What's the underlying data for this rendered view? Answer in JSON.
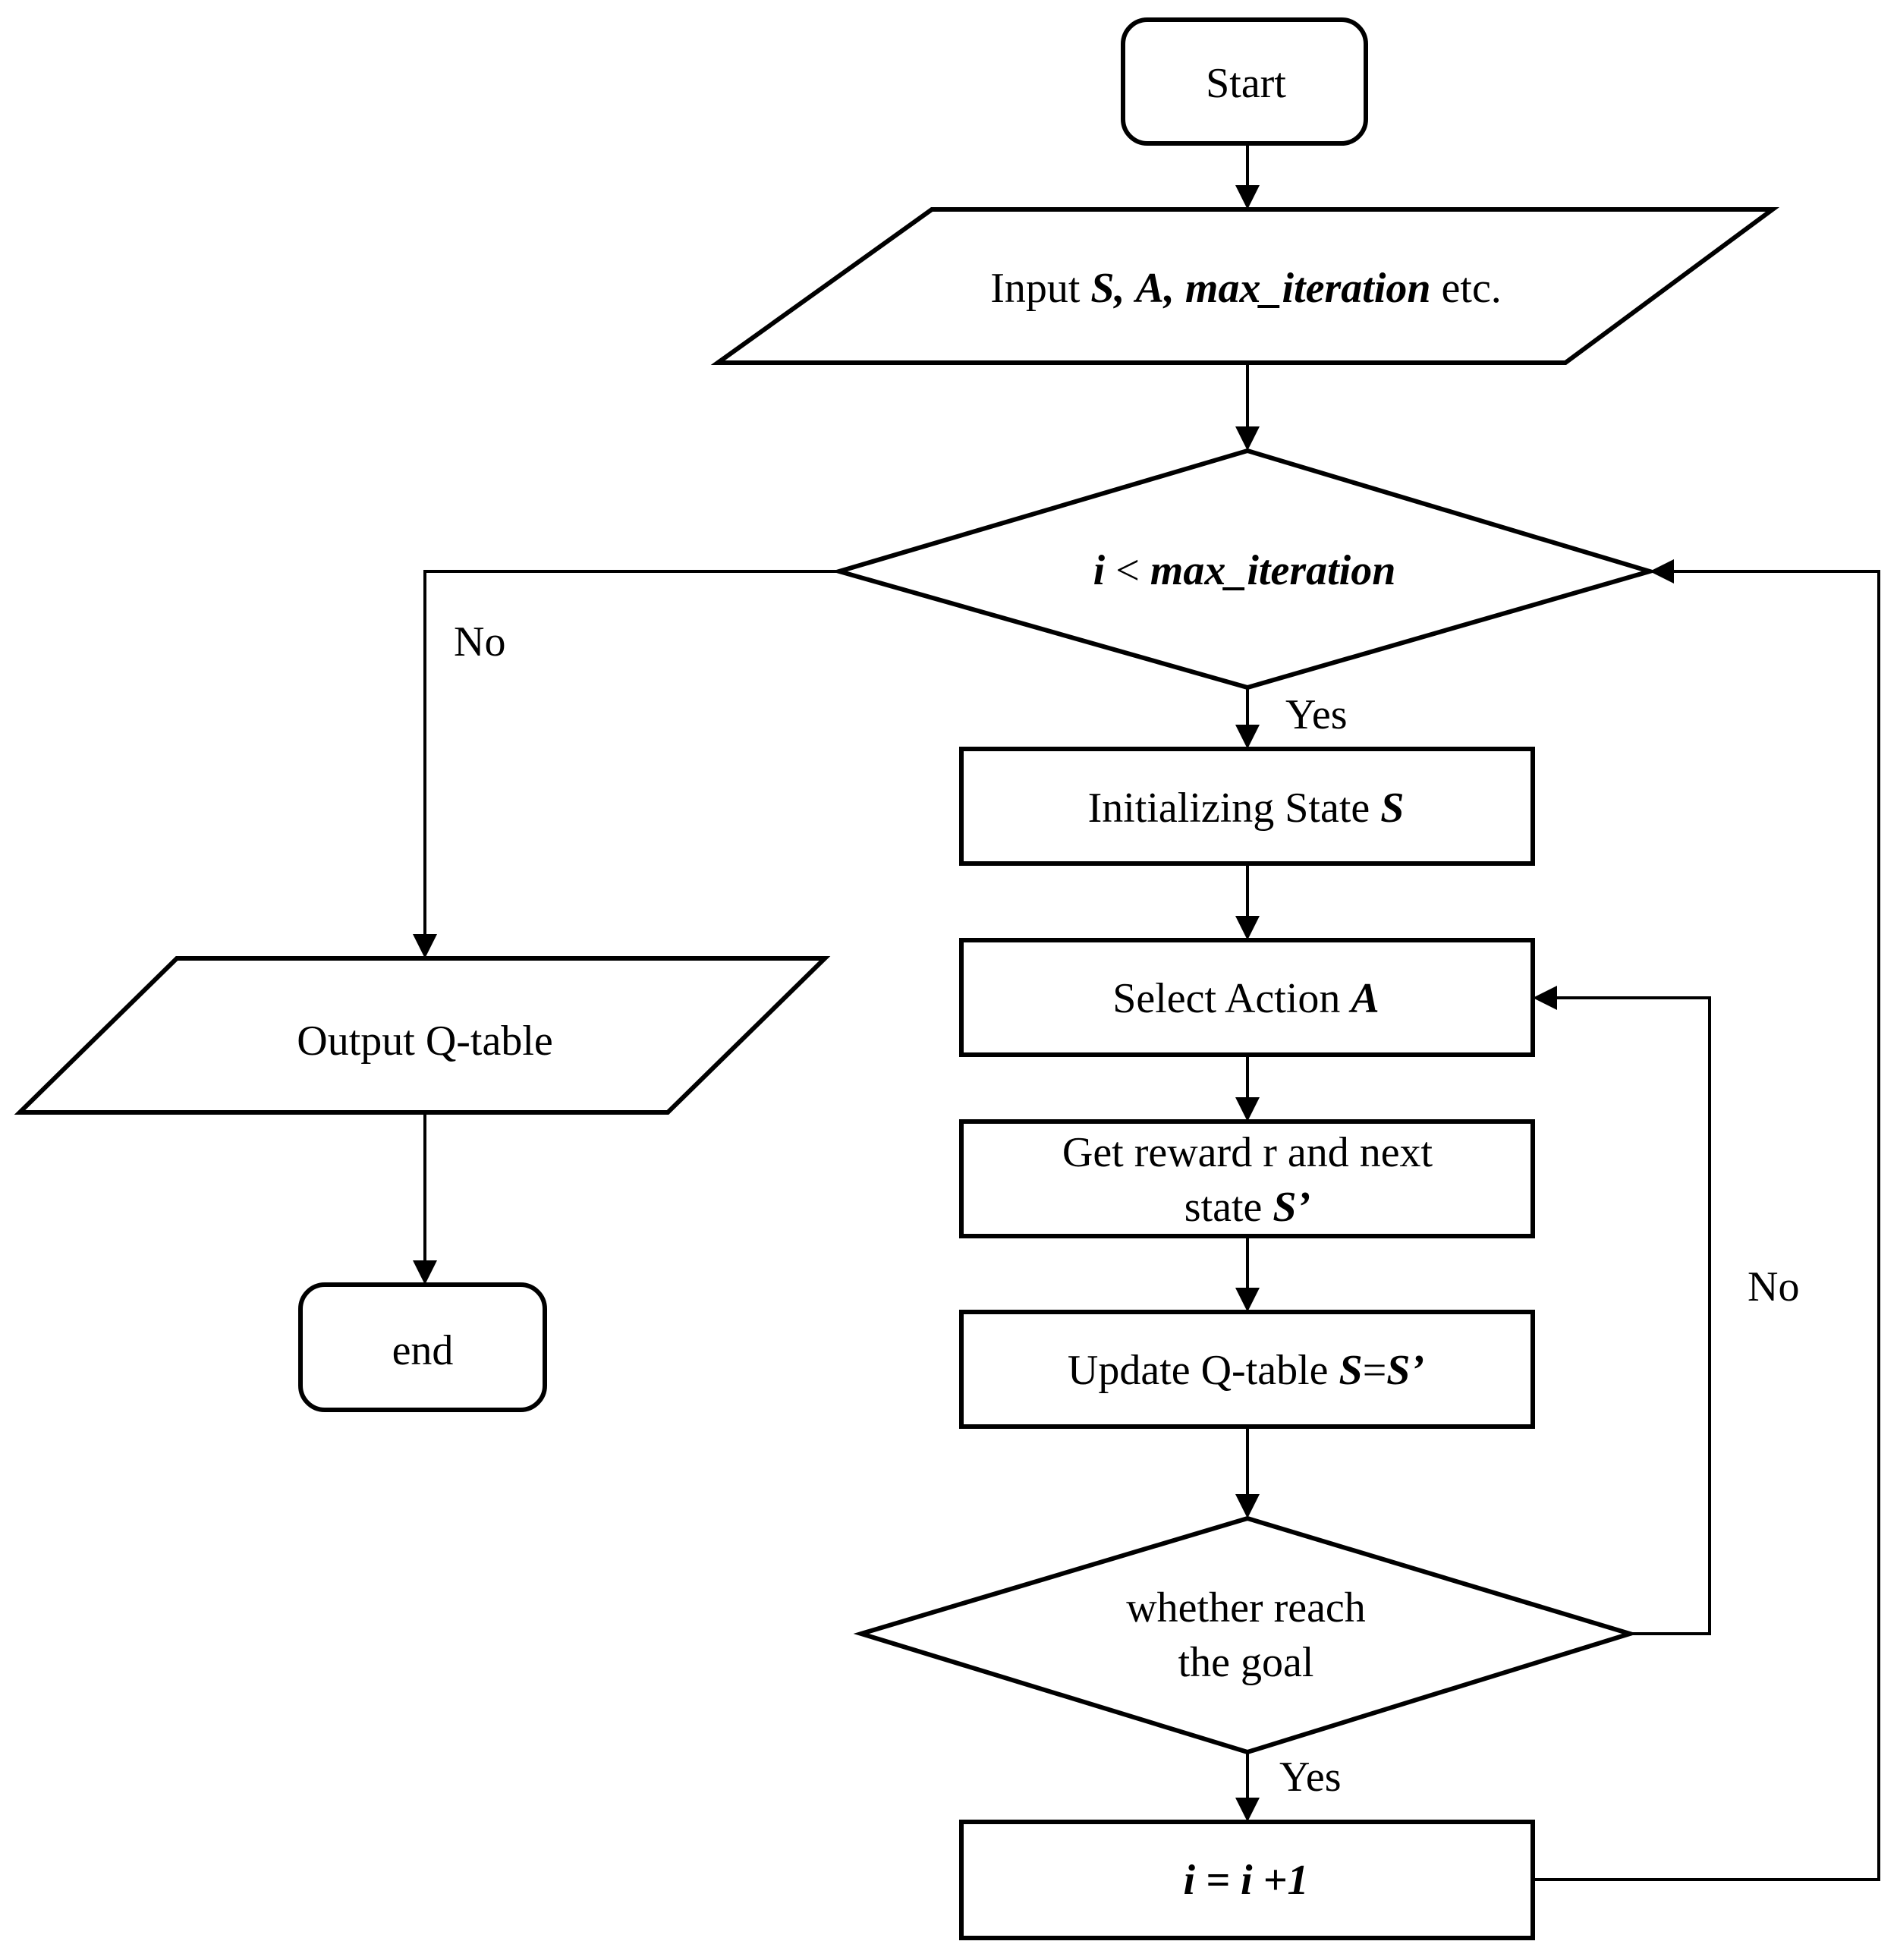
{
  "nodes": {
    "start": {
      "text": "Start"
    },
    "input": {
      "prefix": "Input ",
      "var_s": "S,",
      "var_a": "A,",
      "var_max": "max_iteration",
      "suffix": " etc."
    },
    "loop_condition": {
      "var_i": "i",
      "op": " < ",
      "var_max": "max_iteration"
    },
    "init_state": {
      "prefix": "Initializing State ",
      "var": "S"
    },
    "select_action": {
      "prefix": "Select Action ",
      "var": "A"
    },
    "get_reward": {
      "line1": "Get reward r and next",
      "line2_prefix": "state ",
      "line2_var": "S’"
    },
    "update_qtable": {
      "prefix": "Update Q-table ",
      "var_lhs": "S",
      "eq": "=",
      "var_rhs": "S’"
    },
    "goal_check": {
      "line1": "whether reach",
      "line2": "the goal"
    },
    "increment": {
      "text": "i = i +1"
    },
    "output": {
      "text": "Output Q-table"
    },
    "end": {
      "text": "end"
    }
  },
  "edge_labels": {
    "loop_no": "No",
    "loop_yes": "Yes",
    "goal_no": "No",
    "goal_yes": "Yes"
  }
}
